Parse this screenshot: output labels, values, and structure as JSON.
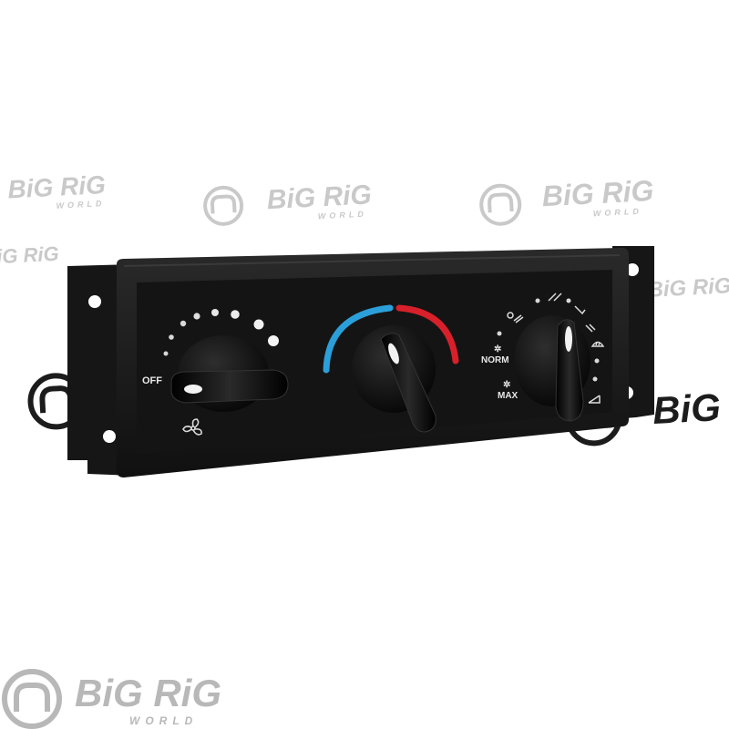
{
  "watermark": {
    "brand": "BiG RiG",
    "sub": "WORLD",
    "colors": {
      "text": "#c9c9c9",
      "bottom_text": "#b8b8b8"
    }
  },
  "control_panel": {
    "fan": {
      "off_label": "OFF",
      "icon": "fan-icon"
    },
    "temperature": {
      "cool_color": "#2b9fd9",
      "warm_color": "#d8202a"
    },
    "mode": {
      "norm_label": "NORM",
      "max_label": "MAX",
      "icons": [
        "panel-vent-icon",
        "bilevel-icon",
        "floor-icon",
        "floor-defrost-icon",
        "defrost-icon",
        "recirculate-icon"
      ]
    },
    "colors": {
      "housing": "#1a1a1a",
      "face": "#151515",
      "knob": "#0c0c0c",
      "indicator": "#f2f2f2"
    }
  }
}
